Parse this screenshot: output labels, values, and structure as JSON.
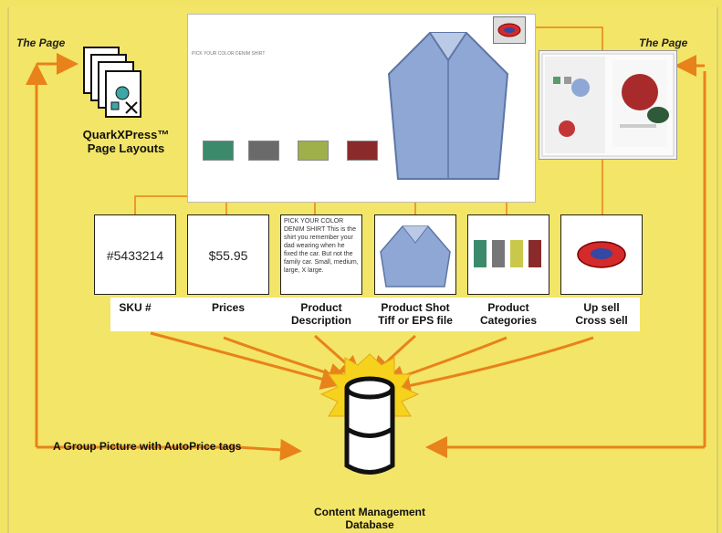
{
  "labels": {
    "page_left": "The Page",
    "page_right": "The Page",
    "quark_line1": "QuarkXPress™",
    "quark_line2": "Page Layouts",
    "group_picture": "A Group Picture with AutoPrice tags",
    "cms_line1": "Content Management",
    "cms_line2": "Database"
  },
  "layout": {
    "body_text": "PICK YOUR COLOR DENIM SHIRT"
  },
  "cards": [
    {
      "value": "#5433214"
    },
    {
      "value": "$55.95"
    },
    {
      "value": "PICK YOUR COLOR DENIM SHIRT This is the shirt you remember your dad wearing when he fixed the car. But not the family car. Small, medium, large, X large."
    },
    {
      "value": ""
    },
    {
      "value": ""
    },
    {
      "value": ""
    }
  ],
  "captions": [
    {
      "l1": "SKU #"
    },
    {
      "l1": "Prices"
    },
    {
      "l1": "Product",
      "l2": "Description"
    },
    {
      "l1": "Product Shot",
      "l2": "Tiff or EPS file"
    },
    {
      "l1": "Product",
      "l2": "Categories"
    },
    {
      "l1": "Up sell",
      "l2": "Cross sell"
    }
  ],
  "colors": {
    "background": "#f1e364",
    "arrow": "#e8821a",
    "starburst": "#f6d21d"
  },
  "icons": [
    "page-stack-icon",
    "database-icon",
    "shirt-image",
    "upsell-icon"
  ]
}
